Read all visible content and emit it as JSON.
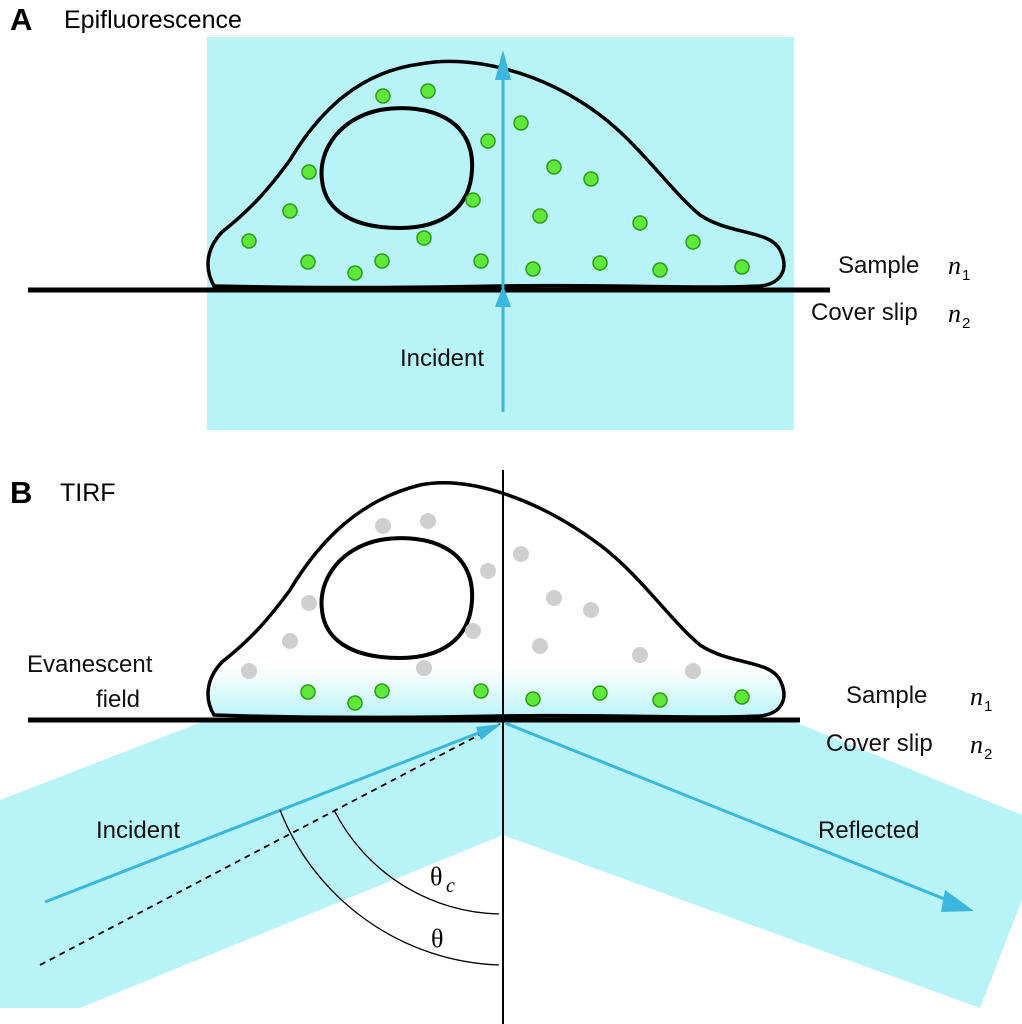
{
  "panel_a": {
    "letter": "A",
    "title": "Epifluorescence",
    "medium_top": "Sample",
    "n_top_symbol": "n",
    "n_top_sub": "1",
    "medium_bottom": "Cover slip",
    "n_bottom_symbol": "n",
    "n_bottom_sub": "2",
    "beam_label": "Incident"
  },
  "panel_b": {
    "letter": "B",
    "title": "TIRF",
    "field_label_line1": "Evanescent",
    "field_label_line2": "field",
    "medium_top": "Sample",
    "n_top_symbol": "n",
    "n_top_sub": "1",
    "medium_bottom": "Cover slip",
    "n_bottom_symbol": "n",
    "n_bottom_sub": "2",
    "incident_label": "Incident",
    "reflected_label": "Reflected",
    "critical_angle_symbol": "θ",
    "critical_angle_sub": "c",
    "angle_symbol": "θ"
  },
  "colors": {
    "beam_fill": "#b8f3f7",
    "beam_arrow": "#3bb6dc",
    "fluorophore_active": "#5fe83a",
    "fluorophore_active_stroke": "#2d9c18",
    "fluorophore_inactive": "#cfcfcf",
    "outline": "#000000"
  }
}
